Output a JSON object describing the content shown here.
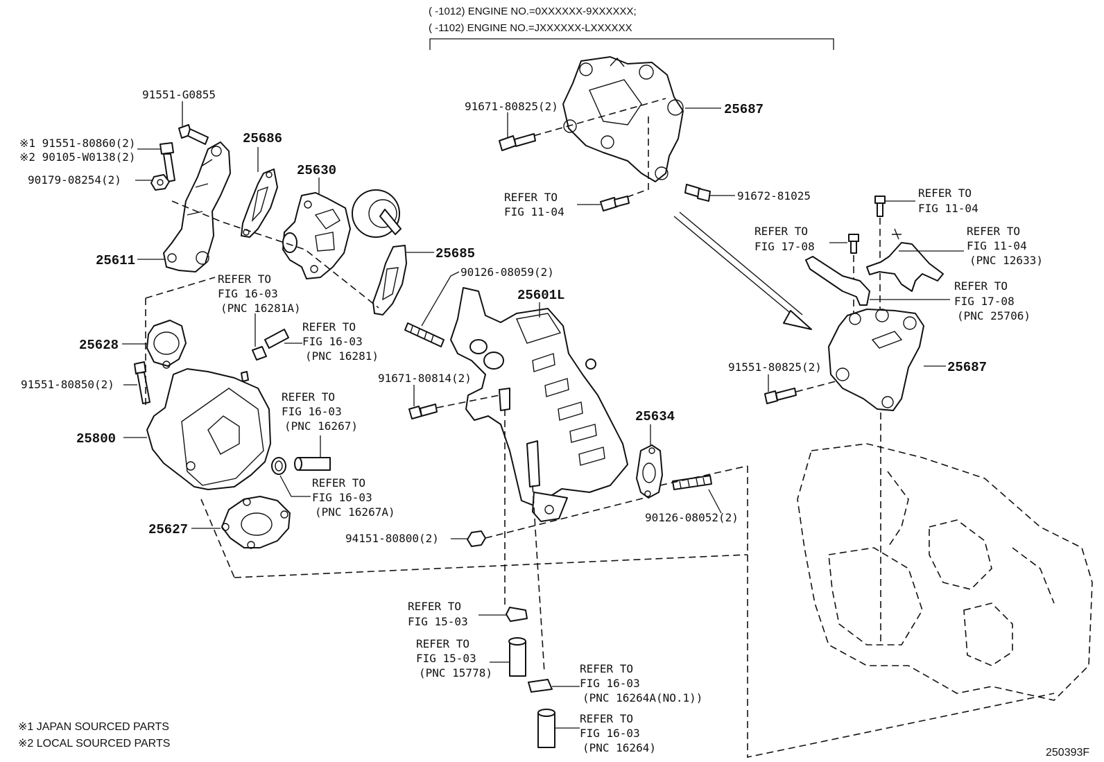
{
  "header": {
    "line1": "(       -1012) ENGINE NO.=0XXXXXX-9XXXXXX;",
    "line2": "(       -1102) ENGINE NO.=JXXXXXX-LXXXXXX"
  },
  "part_numbers": {
    "p25686": "25686",
    "p25630": "25630",
    "p25611": "25611",
    "p25685": "25685",
    "p25601L": "25601L",
    "p25628": "25628",
    "p25800": "25800",
    "p25627": "25627",
    "p25634": "25634",
    "p25687a": "25687",
    "p25687b": "25687"
  },
  "labels": {
    "l91551_G0855": "91551-G0855",
    "l91551_80860": "※1 91551-80860(2)",
    "l90105_W0138": "※2 90105-W0138(2)",
    "l90179_08254": "90179-08254(2)",
    "l91671_80825": "91671-80825(2)",
    "l91672_81025": "91672-81025",
    "l90126_08059": "90126-08059(2)",
    "l91671_80814": "91671-80814(2)",
    "l91551_80850": "91551-80850(2)",
    "l94151_80800": "94151-80800(2)",
    "l90126_08052": "90126-08052(2)",
    "l91551_80825": "91551-80825(2)"
  },
  "refs": {
    "r_1104_a": [
      "REFER TO",
      "FIG 11-04"
    ],
    "r_1104_b": [
      "REFER TO",
      "FIG 11-04"
    ],
    "r_1708_a": [
      "REFER TO",
      "FIG 17-08"
    ],
    "r_1104_c": [
      "REFER TO",
      "FIG 11-04",
      "(PNC 12633)"
    ],
    "r_1708_b": [
      "REFER TO",
      "FIG 17-08",
      "(PNC 25706)"
    ],
    "r_16281A": [
      "REFER TO",
      "FIG 16-03",
      "(PNC 16281A)"
    ],
    "r_16281": [
      "REFER TO",
      "FIG 16-03",
      "(PNC 16281)"
    ],
    "r_16267": [
      "REFER TO",
      "FIG 16-03",
      "(PNC 16267)"
    ],
    "r_16267A": [
      "REFER TO",
      "FIG 16-03",
      "(PNC 16267A)"
    ],
    "r_1503": [
      "REFER TO",
      "FIG 15-03"
    ],
    "r_15778": [
      "REFER TO",
      "FIG 15-03",
      "(PNC 15778)"
    ],
    "r_16264A": [
      "REFER TO",
      "FIG 16-03",
      "(PNC 16264A(NO.1))"
    ],
    "r_16264": [
      "REFER TO",
      "FIG 16-03",
      "(PNC 16264)"
    ]
  },
  "footnotes": {
    "n1": "※1 JAPAN SOURCED PARTS",
    "n2": "※2 LOCAL SOURCED PARTS"
  },
  "figure_id": "250393F"
}
